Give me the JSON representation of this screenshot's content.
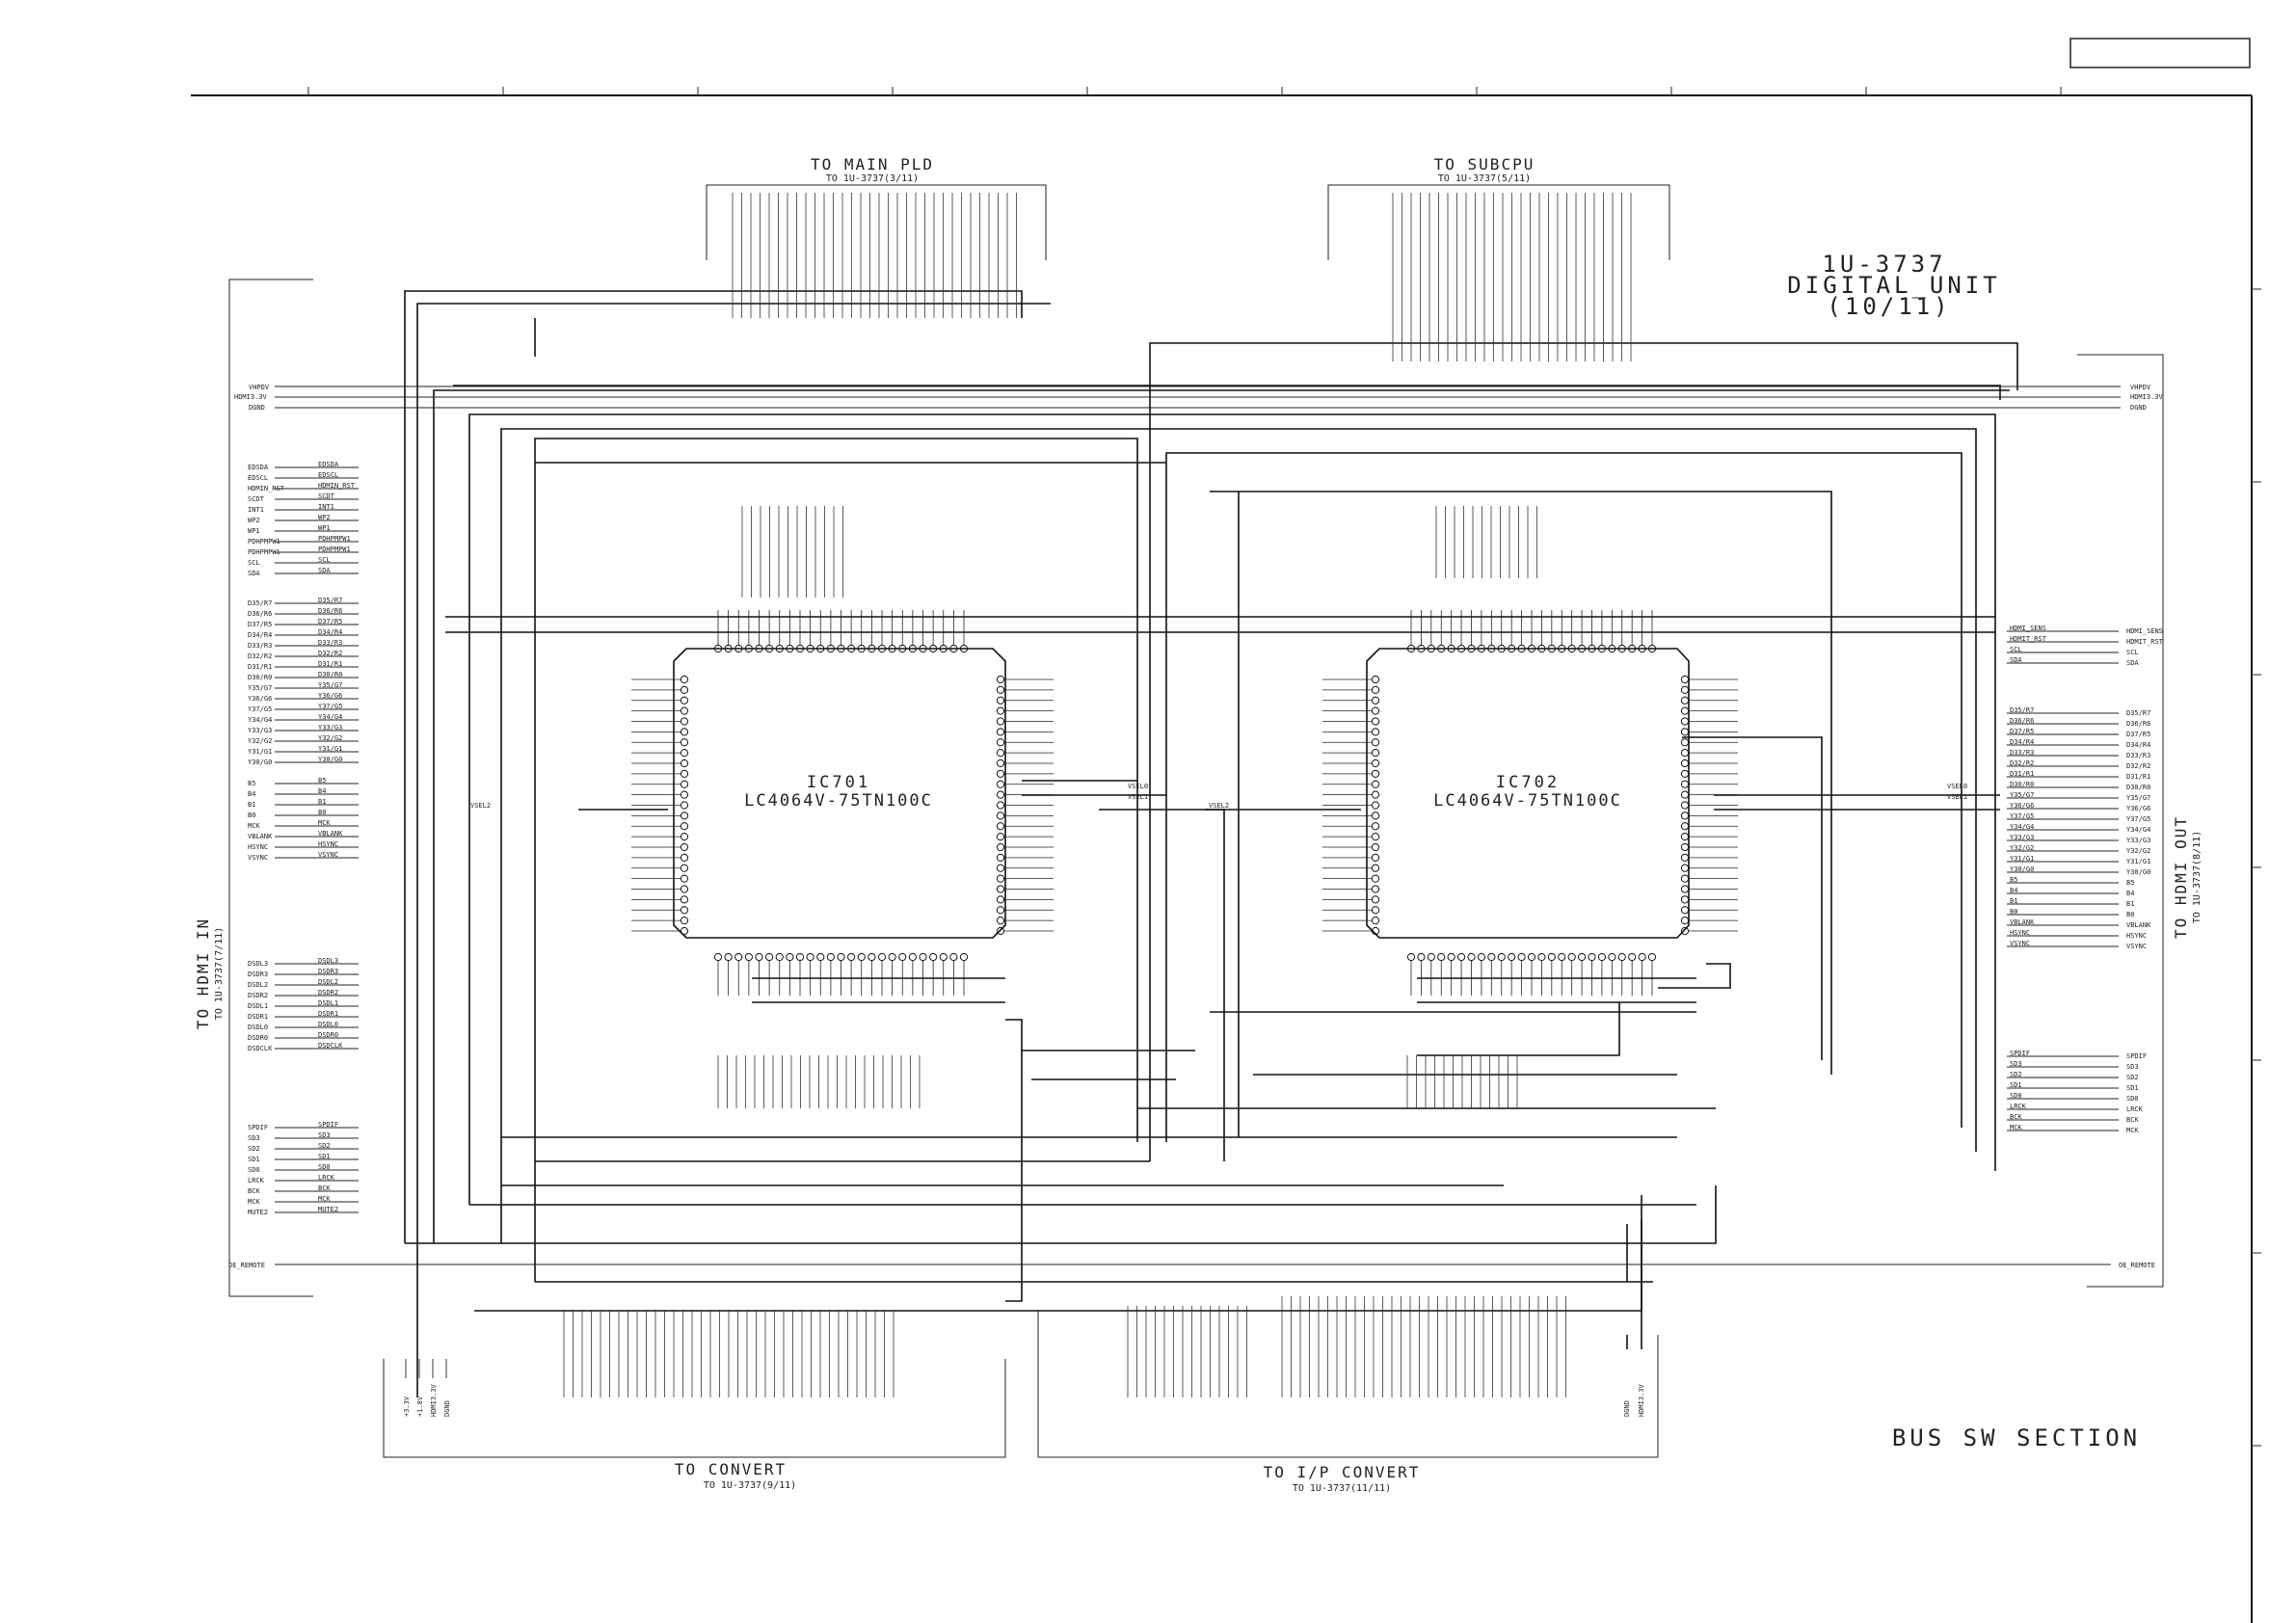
{
  "title": {
    "board": "1U-3737",
    "unit": "DIGITAL_UNIT",
    "sheet": "(10/11)",
    "section": "BUS SW SECTION"
  },
  "connectors": {
    "main_pld": {
      "label": "TO MAIN PLD",
      "ref": "TO 1U-3737(3/11)"
    },
    "subcpu": {
      "label": "TO SUBCPU",
      "ref": "TO 1U-3737(5/11)"
    },
    "hdmi_in": {
      "label": "TO HDMI IN",
      "ref": "TO 1U-3737(7/11)"
    },
    "hdmi_out": {
      "label": "TO HDMI OUT",
      "ref": "TO 1U-3737(8/11)"
    },
    "convert": {
      "label": "TO CONVERT",
      "ref": "TO 1U-3737(9/11)"
    },
    "ip_convert": {
      "label": "TO I/P CONVERT",
      "ref": "TO 1U-3737(11/11)"
    }
  },
  "ics": [
    {
      "ref": "IC701",
      "part": "LC4064V-75TN100C"
    },
    {
      "ref": "IC702",
      "part": "LC4064V-75TN100C"
    }
  ],
  "hdmi_in_signals": [
    "EDSDA",
    "EDSCL",
    "HDMIN_RST",
    "SCDT",
    "INT1",
    "WP2",
    "WP1",
    "PDHPMPW1",
    "PDHPMPW1",
    "SCL",
    "SDA",
    "D35/R7",
    "D36/R6",
    "D37/R5",
    "D34/R4",
    "D33/R3",
    "D32/R2",
    "D31/R1",
    "D30/R0",
    "Y35/G7",
    "Y36/G6",
    "Y37/G5",
    "Y34/G4",
    "Y33/G3",
    "Y32/G2",
    "Y31/G1",
    "Y30/G0",
    "B5",
    "B4",
    "B1",
    "B0",
    "MCK",
    "VBLANK",
    "HSYNC",
    "VSYNC",
    "DSDL3",
    "DSDR3",
    "DSDL2",
    "DSDR2",
    "DSDL1",
    "DSDR1",
    "DSDL0",
    "DSDR0",
    "DSDCLK",
    "SPDIF",
    "SD3",
    "SD2",
    "SD1",
    "SD0",
    "LRCK",
    "BCK",
    "MCK",
    "MUTE2"
  ],
  "hdmi_out_signals": [
    "HDMI_SENS",
    "HDMIT_RST",
    "SCL",
    "SDA",
    "D35/R7",
    "D36/R6",
    "D37/R5",
    "D34/R4",
    "D33/R3",
    "D32/R2",
    "D31/R1",
    "D30/R0",
    "Y35/G7",
    "Y36/G6",
    "Y37/G5",
    "Y34/G4",
    "Y33/G3",
    "Y32/G2",
    "Y31/G1",
    "Y30/G0",
    "B5",
    "B4",
    "B1",
    "B0",
    "VBLANK",
    "HSYNC",
    "VSYNC",
    "SPDIF",
    "SD3",
    "SD2",
    "SD1",
    "SD0",
    "LRCK",
    "BCK",
    "MCK"
  ],
  "power_rails": [
    "VHPDV",
    "HDMI3.3V",
    "DGND"
  ],
  "bottom_left_rails": [
    "+3.3V",
    "+1.8V",
    "HDMI3.3V",
    "DGND"
  ],
  "bottom_right_rails": [
    "DGND",
    "HDMI3.3V"
  ],
  "misc_labels": [
    "OE_REMOTE",
    "VSEL0",
    "VSEL1",
    "VSEL2"
  ]
}
